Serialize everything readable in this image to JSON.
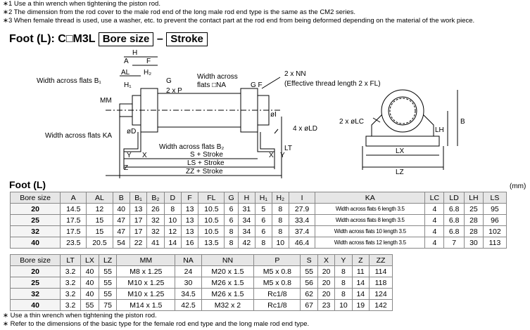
{
  "notes_top": [
    "∗1 Use a thin wrench when tightening the piston rod.",
    "∗2 The dimension from the rod cover to the male rod end of the long male rod end type is the same as the CM2 series.",
    "∗3 When female thread is used, use a washer, etc. to prevent the contact part at the rod end from being deformed depending on the material of the work piece."
  ],
  "model": {
    "prefix": "Foot (L): C□M3L",
    "bore_box": "Bore size",
    "dash": "–",
    "stroke_box": "Stroke"
  },
  "drawing": {
    "H": "H",
    "A": "A",
    "F": "F",
    "AL": "AL",
    "H2": "H₂",
    "H1": "H₁",
    "G": "G",
    "P": "2 x P",
    "B1": "Width across flats B₁",
    "MM": "MM",
    "KA": "Width across flats KA",
    "NA1": "Width across",
    "NA2": "flats □NA",
    "GF": "G  F",
    "NN": "2 x NN",
    "FL": "(Effective thread length 2 x FL)",
    "LD": "4 x øLD",
    "LC": "2 x øLC",
    "B2": "Width across flats B₂",
    "S": "S + Stroke",
    "LS": "LS + Stroke",
    "ZZ": "ZZ + Stroke",
    "Y": "Y",
    "X": "X",
    "Z": "Z",
    "LT": "LT",
    "D": "øD",
    "I": "øI",
    "LX": "LX",
    "LZ": "LZ",
    "LH": "LH",
    "B": "B"
  },
  "table_title": "Foot (L)",
  "unit": "(mm)",
  "table1": {
    "headers": [
      "Bore size",
      "A",
      "AL",
      "B",
      "B₁",
      "B₂",
      "D",
      "F",
      "FL",
      "G",
      "H",
      "H₁",
      "H₂",
      "I",
      "KA",
      "LC",
      "LD",
      "LH",
      "LS"
    ],
    "rows": [
      [
        "20",
        "14.5",
        "12",
        "40",
        "13",
        "26",
        "8",
        "13",
        "10.5",
        "6",
        "31",
        "5",
        "8",
        "27.9",
        "Width across flats 6 length 3.5",
        "4",
        "6.8",
        "25",
        "95"
      ],
      [
        "25",
        "17.5",
        "15",
        "47",
        "17",
        "32",
        "10",
        "13",
        "10.5",
        "6",
        "34",
        "6",
        "8",
        "33.4",
        "Width across flats 8 length 3.5",
        "4",
        "6.8",
        "28",
        "96"
      ],
      [
        "32",
        "17.5",
        "15",
        "47",
        "17",
        "32",
        "12",
        "13",
        "10.5",
        "8",
        "34",
        "6",
        "8",
        "37.4",
        "Width across flats 10 length 3.5",
        "4",
        "6.8",
        "28",
        "102"
      ],
      [
        "40",
        "23.5",
        "20.5",
        "54",
        "22",
        "41",
        "14",
        "16",
        "13.5",
        "8",
        "42",
        "8",
        "10",
        "46.4",
        "Width across flats 12 length 3.5",
        "4",
        "7",
        "30",
        "113"
      ]
    ]
  },
  "table2": {
    "headers": [
      "Bore size",
      "LT",
      "LX",
      "LZ",
      "MM",
      "NA",
      "NN",
      "P",
      "S",
      "X",
      "Y",
      "Z",
      "ZZ"
    ],
    "rows": [
      [
        "20",
        "3.2",
        "40",
        "55",
        "M8 x 1.25",
        "24",
        "M20 x 1.5",
        "M5 x 0.8",
        "55",
        "20",
        "8",
        "11",
        "114"
      ],
      [
        "25",
        "3.2",
        "40",
        "55",
        "M10 x 1.25",
        "30",
        "M26 x 1.5",
        "M5 x 0.8",
        "56",
        "20",
        "8",
        "14",
        "118"
      ],
      [
        "32",
        "3.2",
        "40",
        "55",
        "M10 x 1.25",
        "34.5",
        "M26 x 1.5",
        "Rc1/8",
        "62",
        "20",
        "8",
        "14",
        "124"
      ],
      [
        "40",
        "3.2",
        "55",
        "75",
        "M14 x 1.5",
        "42.5",
        "M32 x 2",
        "Rc1/8",
        "67",
        "23",
        "10",
        "19",
        "142"
      ]
    ]
  },
  "notes_bottom": [
    "∗ Use a thin wrench when tightening the piston rod.",
    "∗ Refer to the dimensions of the basic type for the female rod end type and the long male rod end type."
  ]
}
